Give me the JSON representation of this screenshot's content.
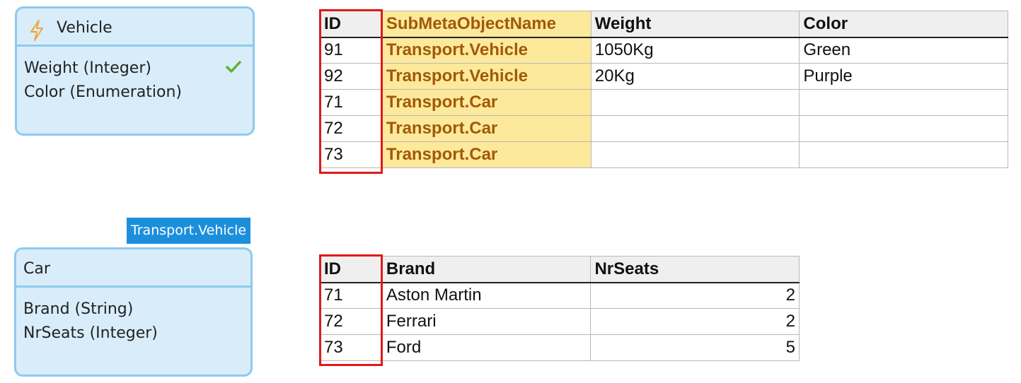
{
  "vehicle_entity": {
    "name": "Vehicle",
    "icon": "lightning-icon",
    "attributes": [
      {
        "label": "Weight (Integer)",
        "checked": true
      },
      {
        "label": "Color (Enumeration)"
      }
    ]
  },
  "generalization_tag": "Transport.Vehicle",
  "car_entity": {
    "name": "Car",
    "attributes": [
      {
        "label": "Brand (String)"
      },
      {
        "label": "NrSeats (Integer)"
      }
    ]
  },
  "vehicle_table": {
    "columns": [
      "ID",
      "SubMetaObjectName",
      "Weight",
      "Color"
    ],
    "rows": [
      [
        "91",
        "Transport.Vehicle",
        "1050Kg",
        "Green"
      ],
      [
        "92",
        "Transport.Vehicle",
        "20Kg",
        "Purple"
      ],
      [
        "71",
        "Transport.Car",
        "",
        ""
      ],
      [
        "72",
        "Transport.Car",
        "",
        ""
      ],
      [
        "73",
        "Transport.Car",
        "",
        ""
      ]
    ]
  },
  "car_table": {
    "columns": [
      "ID",
      "Brand",
      "NrSeats"
    ],
    "rows": [
      [
        "71",
        "Aston Martin",
        "2"
      ],
      [
        "72",
        "Ferrari",
        "2"
      ],
      [
        "73",
        "Ford",
        "5"
      ]
    ]
  },
  "colors": {
    "entity_fill": "#d8edf9",
    "entity_border": "#8dcaf0",
    "tag_fill": "#1c8fdc",
    "highlight_fill": "#fde99c",
    "highlight_text": "#a05a08",
    "id_outline": "#e0191a"
  }
}
